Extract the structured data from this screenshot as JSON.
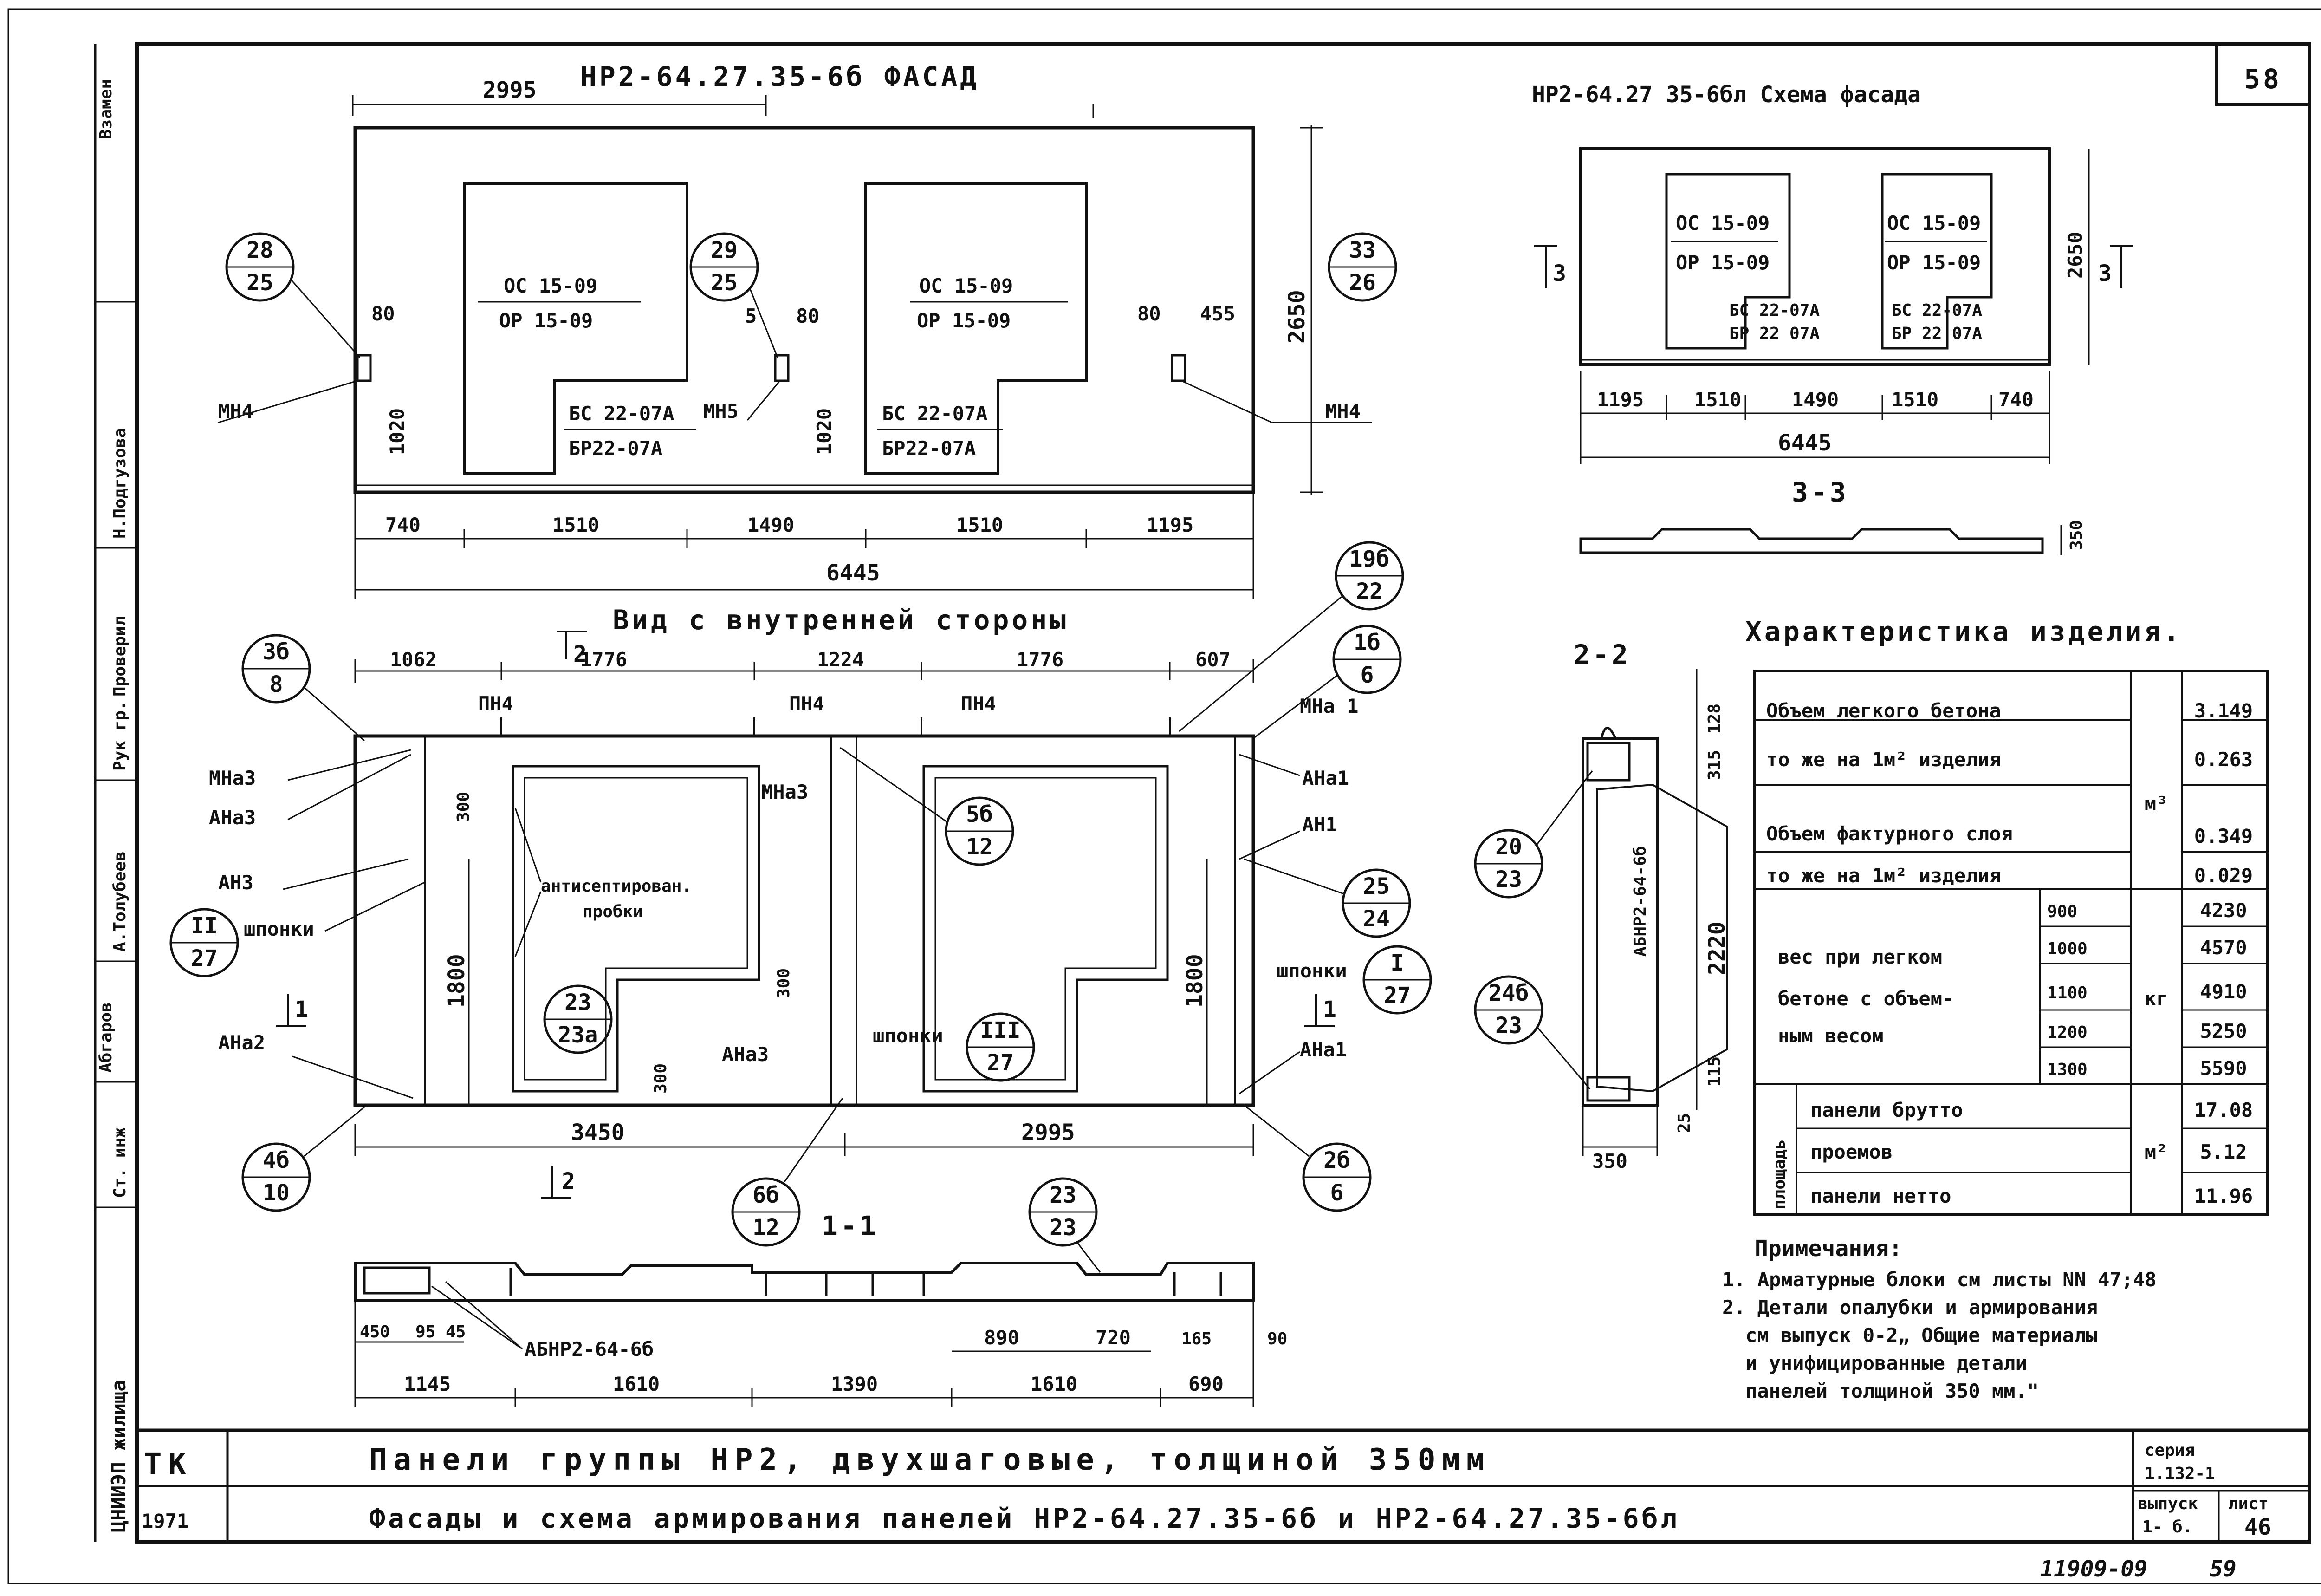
{
  "sheet_number": "58",
  "facade": {
    "title": "НР2-64.27.35-6б ФАСАД",
    "dims_top": [
      "2995"
    ],
    "dims_bottom": [
      "740",
      "1510",
      "1490",
      "1510",
      "1195"
    ],
    "total": "6445",
    "height": "2650",
    "window_top": "ОС 15-09",
    "window_bottom": "ОР 15-09",
    "door_top": "БС 22-07А",
    "door_bottom": "БР22-07А",
    "labels": {
      "mn4": "МН4",
      "mn5": "МН5",
      "d80": "80",
      "d5": "5",
      "d455": "455",
      "d1020": "1020"
    },
    "callouts": [
      {
        "num": "28",
        "den": "25"
      },
      {
        "num": "29",
        "den": "25"
      },
      {
        "num": "33",
        "den": "26"
      }
    ]
  },
  "scheme": {
    "title": "НР2-64.27 35-6бл Схема фасада",
    "window_top": "ОС 15-09",
    "window_bottom": "ОР 15-09",
    "door_top": "БС 22-07А",
    "door_bottom": "БР 22 07А",
    "height": "2650",
    "dims": [
      "1195",
      "1510",
      "1490",
      "1510",
      "740"
    ],
    "total": "6445",
    "section_marks": [
      "3",
      "3"
    ],
    "section_label": "3-3",
    "section_thickness": "350"
  },
  "inner_view": {
    "title": "Вид с внутренней стороны",
    "dims_top": [
      "1062",
      "1776",
      "1224",
      "1776",
      "607"
    ],
    "dims_bottom": [
      "3450",
      "2995"
    ],
    "height_left": "1800",
    "height_right": "1800",
    "small_dims": [
      "300",
      "300",
      "300"
    ],
    "labels": {
      "pn4_a": "ПН4",
      "pn4_b": "ПН4",
      "pn4_c": "ПН4",
      "mna3": "МНа3",
      "ana3": "АНа3",
      "an3": "АН3",
      "shponki": "шпонки",
      "ana2": "АНа2",
      "mna3_b": "МНа3",
      "antiseptic": "антисептирован.",
      "probki": "пробки",
      "mna1": "МНа 1",
      "ana1": "АНа1",
      "an1": "АН1",
      "shponki_r": "шпонки",
      "ana1_b": "АНа1",
      "shponki_m": "шпонки",
      "ana3_b": "АНа3"
    },
    "callouts": [
      {
        "num": "3б",
        "den": "8"
      },
      {
        "num": "II",
        "den": "27"
      },
      {
        "num": "4б",
        "den": "10"
      },
      {
        "num": "23",
        "den": "23а"
      },
      {
        "num": "5б",
        "den": "12"
      },
      {
        "num": "III",
        "den": "27"
      },
      {
        "num": "6б",
        "den": "12"
      },
      {
        "num": "19б",
        "den": "22"
      },
      {
        "num": "1б",
        "den": "6"
      },
      {
        "num": "25",
        "den": "24"
      },
      {
        "num": "I",
        "den": "27"
      },
      {
        "num": "2б",
        "den": "6"
      }
    ],
    "section_marks": {
      "s1_top": "1",
      "s1_bot": "1",
      "s2_top": "2",
      "s2_bot": "2"
    }
  },
  "section_11": {
    "title": "1-1",
    "label": "АБНР2-64-6б",
    "dims_small": [
      "450",
      "95",
      "45",
      "890",
      "720",
      "165",
      "90"
    ],
    "dims": [
      "1145",
      "1610",
      "1390",
      "1610",
      "690"
    ],
    "callout": {
      "num": "23",
      "den": "23"
    }
  },
  "section_22": {
    "title": "2-2",
    "label": "АБНР2-64-6б",
    "dims": [
      "128",
      "315",
      "2220",
      "115",
      "25",
      "350"
    ],
    "callouts": [
      {
        "num": "20",
        "den": "23"
      },
      {
        "num": "24б",
        "den": "23"
      }
    ]
  },
  "characteristics": {
    "title": "Характеристика изделия.",
    "rows": [
      {
        "label": "Объем легкого бетона",
        "value": "3.149"
      },
      {
        "label": "то же на 1м² изделия",
        "value": "0.263"
      },
      {
        "label": "Объем фактурного слоя",
        "value": "0.349"
      },
      {
        "label": "то же на 1м² изделия",
        "value": "0.029"
      }
    ],
    "unit_volume": "м³",
    "weight_label": [
      "вес при легком",
      "бетоне с объем-",
      "ным весом"
    ],
    "weight_rows": [
      {
        "density": "900",
        "value": "4230"
      },
      {
        "density": "1000",
        "value": "4570"
      },
      {
        "density": "1100",
        "value": "4910"
      },
      {
        "density": "1200",
        "value": "5250"
      },
      {
        "density": "1300",
        "value": "5590"
      }
    ],
    "unit_weight": "кг",
    "area_label": "площадь",
    "area_rows": [
      {
        "label": "панели брутто",
        "value": "17.08"
      },
      {
        "label": "проемов",
        "value": "5.12"
      },
      {
        "label": "панели нетто",
        "value": "11.96"
      }
    ],
    "unit_area": "м²"
  },
  "notes": {
    "title": "Примечания:",
    "lines": [
      "1. Арматурные блоки см листы NN 47;48",
      "2. Детали опалубки и армирования",
      "см выпуск 0-2„ Общие материалы",
      "и унифицированные детали",
      "панелей толщиной 350 мм.\""
    ]
  },
  "title_block": {
    "org": "ТК",
    "year": "1971",
    "line1": "Панели группы НР2, двухшаговые, толщиной 350мм",
    "line2": "Фасады и схема армирования панелей НР2-64.27.35-6б и НР2-64.27.35-6бл",
    "series_label": "серия",
    "series": "1.132-1",
    "issue_label": "выпуск",
    "issue": "1- б.",
    "sheet_label": "лист",
    "sheet": "46"
  },
  "left_stamp": {
    "cells": [
      "ЦНИИЭП жилища",
      "Ст. инж",
      "Абгаров",
      "А.Толубеев",
      "Рук гр.",
      "Проверил",
      "Н.Подгузова",
      "Взамен"
    ]
  },
  "footer": {
    "code": "11909-09",
    "page": "59"
  }
}
